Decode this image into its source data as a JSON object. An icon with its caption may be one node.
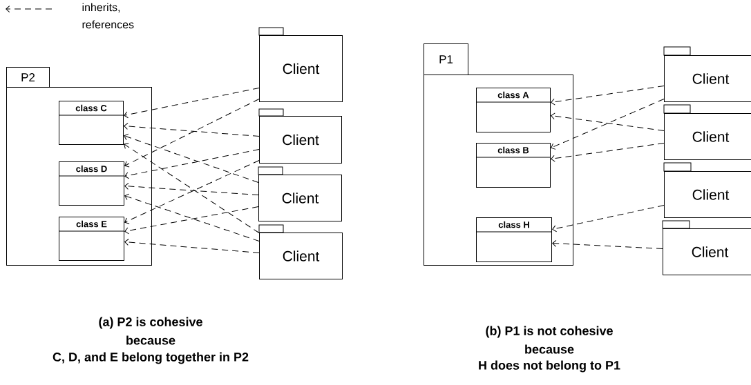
{
  "diagram": {
    "nodes": [
      {
        "text": [
          "P2"
        ]
      },
      {
        "text": [
          "class C"
        ],
        "in": 0
      },
      {
        "text": [
          "class D"
        ],
        "in": 0
      },
      {
        "text": [
          "class E"
        ],
        "in": 0
      },
      {
        "text": [
          "Client"
        ]
      },
      {
        "text": [
          "Client"
        ]
      },
      {
        "text": [
          "Client"
        ]
      },
      {
        "text": [
          "Client"
        ]
      },
      {
        "text": [
          "P1"
        ]
      },
      {
        "text": [
          "class A"
        ],
        "in": 8
      },
      {
        "text": [
          "class B"
        ],
        "in": 8
      },
      {
        "text": [
          "class H"
        ],
        "in": 8
      },
      {
        "text": [
          "Client"
        ]
      },
      {
        "text": [
          "Client"
        ]
      },
      {
        "text": [
          "Client"
        ]
      },
      {
        "text": [
          "Client"
        ]
      }
    ],
    "edges": [
      {
        "from": 4,
        "to": 1,
        "arrow": "to",
        "style": "dashed"
      },
      {
        "from": 4,
        "to": 2,
        "arrow": "to",
        "style": "dashed"
      },
      {
        "from": 5,
        "to": 1,
        "arrow": "to",
        "style": "dashed"
      },
      {
        "from": 5,
        "to": 2,
        "arrow": "to",
        "style": "dashed"
      },
      {
        "from": 5,
        "to": 3,
        "arrow": "to",
        "style": "dashed"
      },
      {
        "from": 6,
        "to": 1,
        "arrow": "to",
        "style": "dashed"
      },
      {
        "from": 6,
        "to": 2,
        "arrow": "to",
        "style": "dashed"
      },
      {
        "from": 6,
        "to": 3,
        "arrow": "to",
        "style": "dashed"
      },
      {
        "from": 7,
        "to": 1,
        "arrow": "to",
        "style": "dashed"
      },
      {
        "from": 7,
        "to": 2,
        "arrow": "to",
        "style": "dashed"
      },
      {
        "from": 7,
        "to": 3,
        "arrow": "to",
        "style": "dashed"
      },
      {
        "from": 12,
        "to": 9,
        "arrow": "to",
        "style": "dashed"
      },
      {
        "from": 12,
        "to": 10,
        "arrow": "to",
        "style": "dashed"
      },
      {
        "from": 13,
        "to": 9,
        "arrow": "to",
        "style": "dashed"
      },
      {
        "from": 13,
        "to": 10,
        "arrow": "to",
        "style": "dashed"
      },
      {
        "from": 14,
        "to": 11,
        "arrow": "to",
        "style": "dashed"
      },
      {
        "from": 15,
        "to": 11,
        "arrow": "to",
        "style": "dashed"
      }
    ],
    "labels": [
      "(a) P2 is cohesive",
      "because",
      "C, D, and E belong together in P2",
      "(b) P1 is not cohesive",
      "because",
      "H does not belong to P1"
    ],
    "legend": [
      {
        "text": "inherits, references"
      }
    ]
  }
}
